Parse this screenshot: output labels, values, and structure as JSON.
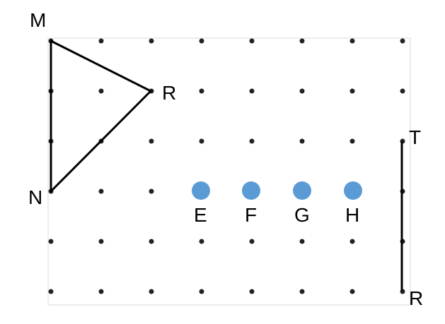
{
  "grid": {
    "columns": 8,
    "rows": 6,
    "dot_color": "#222222",
    "border_color": "#d9d9d9"
  },
  "triangle": {
    "vertices": [
      "M",
      "N",
      "R"
    ],
    "stroke_color": "#000000"
  },
  "segment": {
    "endpoints": [
      "T",
      "R"
    ],
    "stroke_color": "#000000"
  },
  "points": {
    "color": "#5b9bd5",
    "labels": [
      "E",
      "F",
      "G",
      "H"
    ]
  },
  "labels": {
    "M": "M",
    "N": "N",
    "R_triangle": "R",
    "T": "T",
    "R_segment": "R",
    "E": "E",
    "F": "F",
    "G": "G",
    "H": "H"
  }
}
